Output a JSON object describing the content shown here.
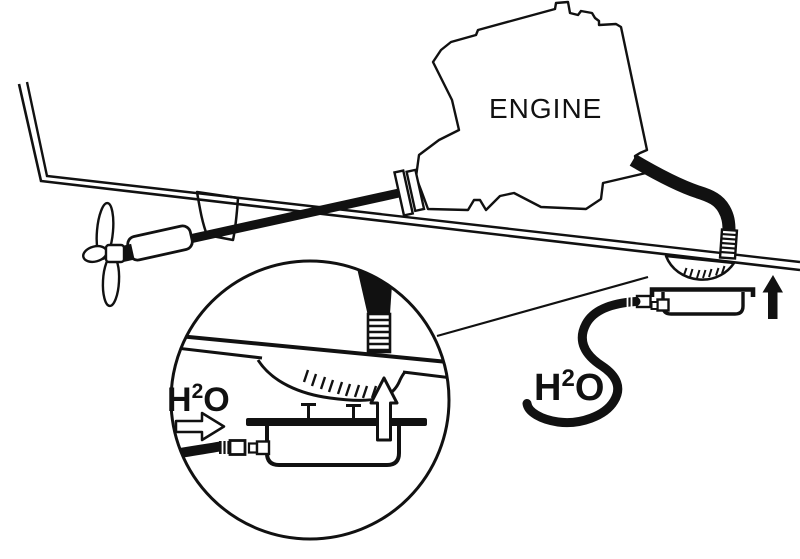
{
  "diagram": {
    "engine_label": "ENGINE",
    "water_label": {
      "element": "H",
      "superscript": "2",
      "element2": "O"
    },
    "water_label_detail": {
      "element": "H",
      "superscript": "2",
      "element2": "O"
    },
    "colors": {
      "ink": "#111111",
      "background": "#ffffff"
    },
    "parts": [
      "boat-hull",
      "transom",
      "propeller",
      "propeller-shaft",
      "shaft-strut",
      "stuffing-box",
      "shaft-coupling",
      "engine",
      "raw-water-hose",
      "ribbed-hose-clamp",
      "thru-hull-water-scoop",
      "flush-muff-plate",
      "t-bolt",
      "muff-cup",
      "hose-connector",
      "water-supply-hose",
      "detail-magnifier-circle",
      "leader-line",
      "water-flow-up-arrow",
      "water-flow-right-arrow",
      "solid-up-arrow"
    ]
  }
}
